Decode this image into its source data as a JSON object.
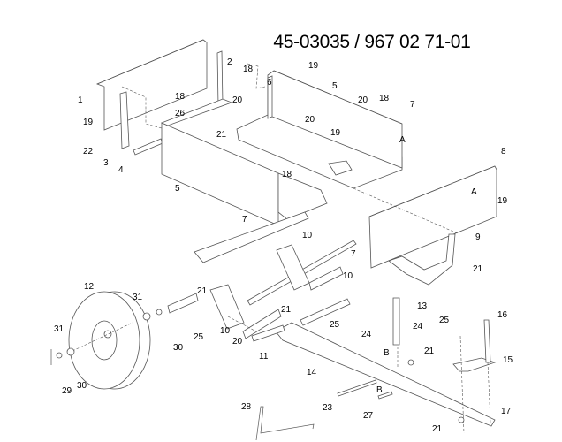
{
  "title": "45-03035 / 967 02 71-01",
  "callouts": [
    "1",
    "2",
    "18",
    "6",
    "19",
    "5",
    "18",
    "26",
    "20",
    "20",
    "18",
    "7",
    "19",
    "21",
    "20",
    "19",
    "A",
    "22",
    "3",
    "4",
    "8",
    "18",
    "5",
    "A",
    "19",
    "7",
    "10",
    "9",
    "7",
    "21",
    "10",
    "12",
    "31",
    "21",
    "21",
    "13",
    "25",
    "25",
    "25",
    "16",
    "24",
    "24",
    "10",
    "20",
    "31",
    "30",
    "11",
    "B",
    "21",
    "15",
    "14",
    "29",
    "30",
    "28",
    "B",
    "23",
    "27",
    "17",
    "21"
  ]
}
